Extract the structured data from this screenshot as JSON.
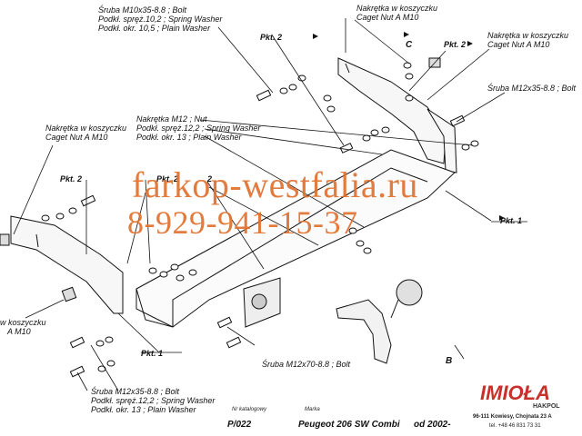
{
  "labels": {
    "bolt_top": "Śruba M10x35-8.8 ;  Bolt",
    "washer_top1": "Podkł. spręż.10,2 ; Spring Washer",
    "washer_top2": "Podkł. okr. 10,5 ; Plain Washer",
    "nut_top1a": "Nakrętka w koszyczku",
    "nut_top1b": "Caget Nut A M10",
    "nut_top2a": "Nakrętka w koszyczku",
    "nut_top2b": "Caget Nut A M10",
    "bolt_right": "Śruba M12x35-8.8 ;  Bolt",
    "nut_mid1": "Nakrętka  M12 ; Nut",
    "nut_mid2": "Podkł. spręż.12,2 ; Spring Washer",
    "nut_mid3": "Podkł. okr. 13 ; Plain Washer",
    "nut_left1": "Nakrętka w koszyczku",
    "nut_left2": "Caget Nut A M10",
    "nut_lower1": "w koszyczku",
    "nut_lower2": "A M10",
    "bolt_bottom1": "Śruba M12x35-8.8 ;  Bolt",
    "bolt_bottom2": "Podkł. spręż.12,2 ; Spring Washer",
    "bolt_bottom3": "Podkł. okr. 13 ; Plain Washer",
    "bolt_center": "Śruba M12x70-8.8 ;  Bolt",
    "letter_c": "C",
    "letter_b": "B"
  },
  "pkt": {
    "p2_top": "Pkt. 2",
    "p2_right": "Pkt. 2",
    "p2_left": "Pkt. 2",
    "p2_mid": "Pkt. 2",
    "p2_center": "2",
    "p1_right": "Pkt. 1",
    "p1_bottom": "Pkt. 1"
  },
  "watermark": {
    "site": "farkop-westfalia.ru",
    "phone": "8-929-941-15-37"
  },
  "footer": {
    "catalog_caption": "Nr katalogowy",
    "catalog_value": "P/022",
    "marka_caption": "Marka",
    "marka_value": "Peugeot 206 SW Combi",
    "year_value": "od 2002-",
    "brand": "IMIOŁA",
    "brand_sub": "HAKPOL",
    "address": "96-111 Kowiesy, Chojnata 23 A",
    "phone": "tel. +48 46 831 73 31"
  },
  "colors": {
    "watermark": "#e0712e",
    "brand": "#c9302c",
    "line": "#111111"
  }
}
